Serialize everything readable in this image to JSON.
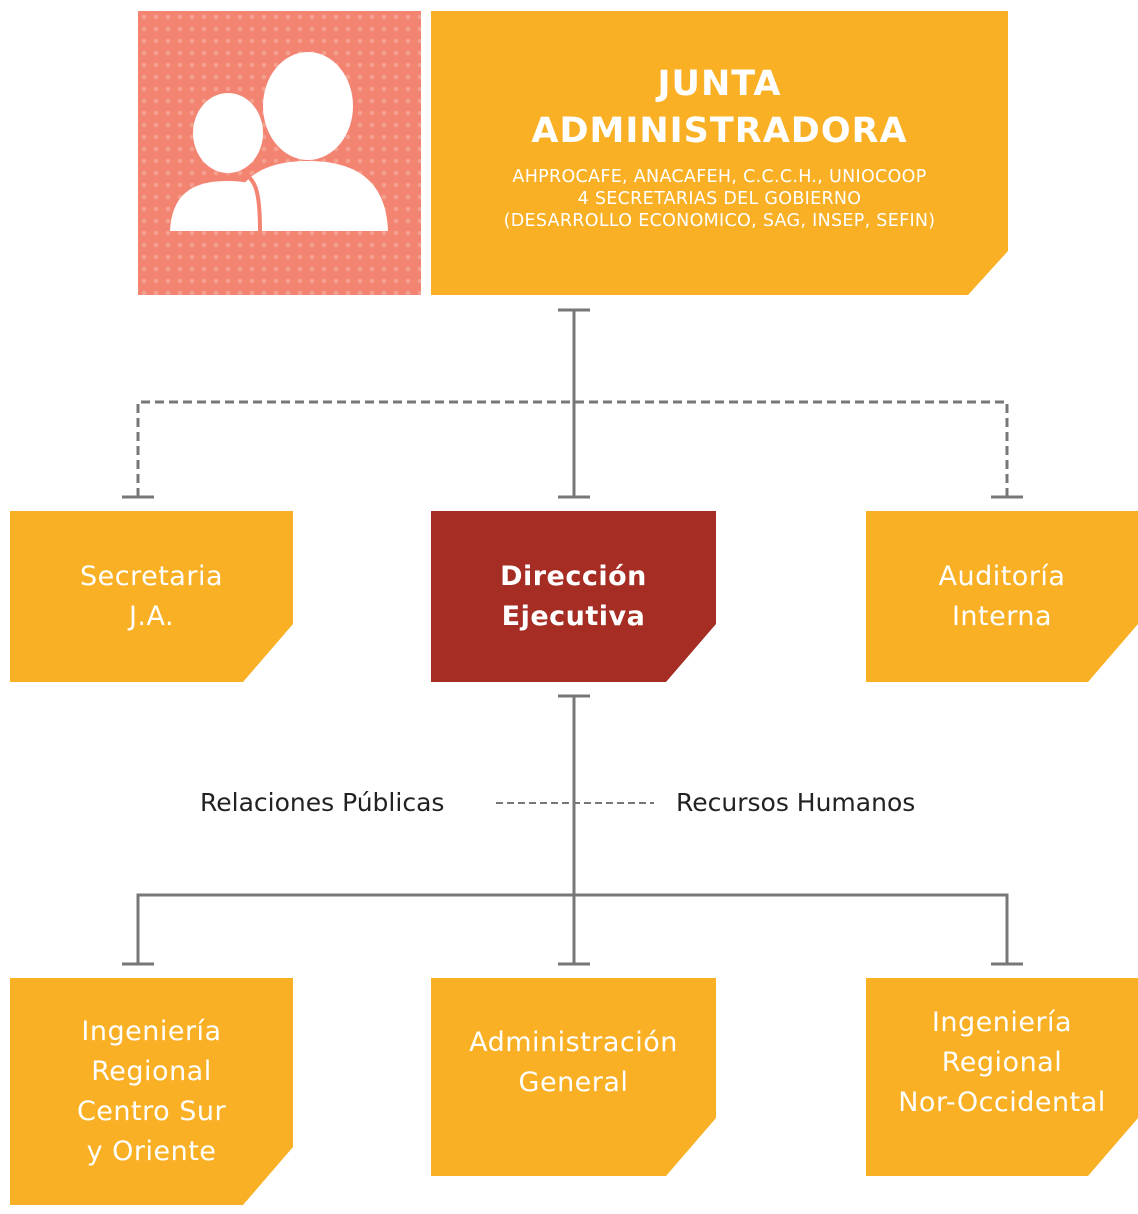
{
  "junta": {
    "title": "JUNTA\nADMINISTRADORA",
    "members": "AHPROCAFE, ANACAFEH, C.C.C.H., UNIOCOOP\n4 SECRETARIAS DEL GOBIERNO\n(DESARROLLO ECONOMICO, SAG, INSEP, SEFIN)",
    "icon": "users-icon"
  },
  "level2": {
    "secretaria": "Secretaria\nJ.A.",
    "direccion": "Dirección\nEjecutiva",
    "auditoria": "Auditoría\nInterna"
  },
  "staff": {
    "relaciones": "Relaciones Públicas",
    "recursos": "Recursos Humanos"
  },
  "level3": {
    "ingenieria_sur": "Ingeniería\nRegional\nCentro Sur\ny Oriente",
    "administracion": "Administración\nGeneral",
    "ingenieria_nor": "Ingeniería\nRegional\nNor-Occidental"
  },
  "colors": {
    "orange": "#f9b025",
    "red": "#a52d23",
    "salmon": "#f28471",
    "line": "#777777"
  }
}
